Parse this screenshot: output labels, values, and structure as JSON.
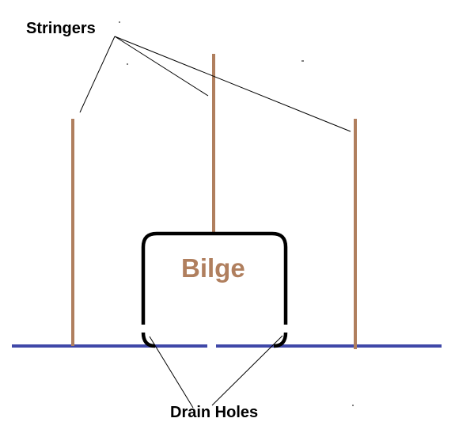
{
  "labels": {
    "stringers": "Stringers",
    "bilge": "Bilge",
    "drain_holes": "Drain Holes"
  },
  "colors": {
    "stringer": "#b07f5e",
    "bilge_outline": "#000000",
    "hull_line": "#3f48a8",
    "leader_line": "#000000",
    "bilge_label": "#b07f5e",
    "background": "#ffffff"
  }
}
